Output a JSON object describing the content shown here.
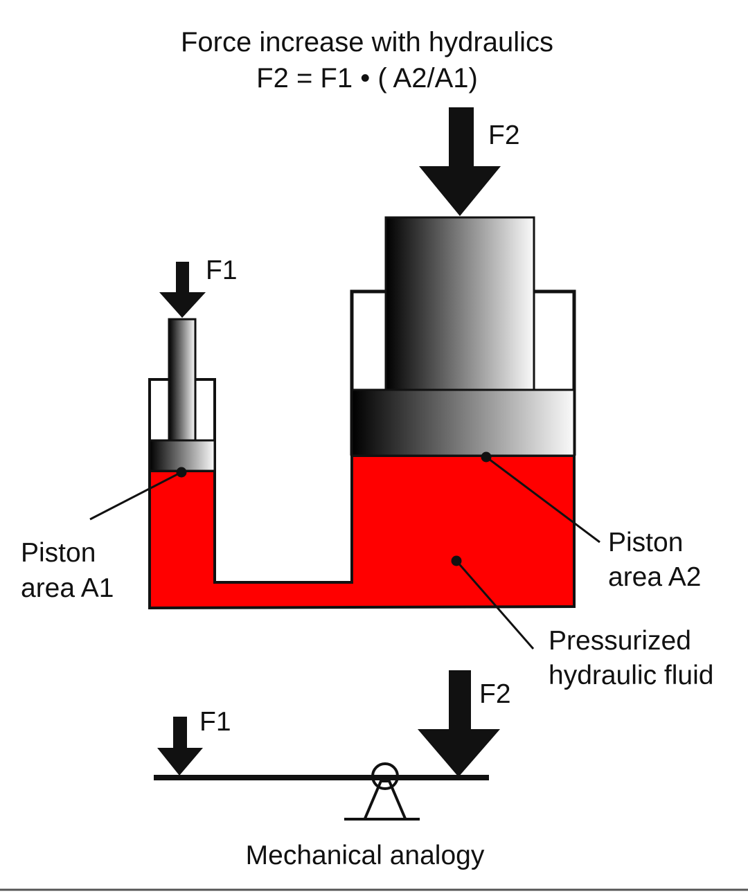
{
  "title": {
    "line1": "Force increase with hydraulics",
    "line2": "F2 = F1 • ( A2/A1)"
  },
  "labels": {
    "f1": "F1",
    "f2": "F2",
    "piston_a1_line1": "Piston",
    "piston_a1_line2": "area A1",
    "piston_a2_line1": "Piston",
    "piston_a2_line2": "area A2",
    "fluid_line1": "Pressurized",
    "fluid_line2": "hydraulic fluid"
  },
  "analogy": {
    "f1": "F1",
    "f2": "F2",
    "caption": "Mechanical analogy"
  },
  "colors": {
    "fluid": "#ff0000",
    "outline": "#111111"
  }
}
